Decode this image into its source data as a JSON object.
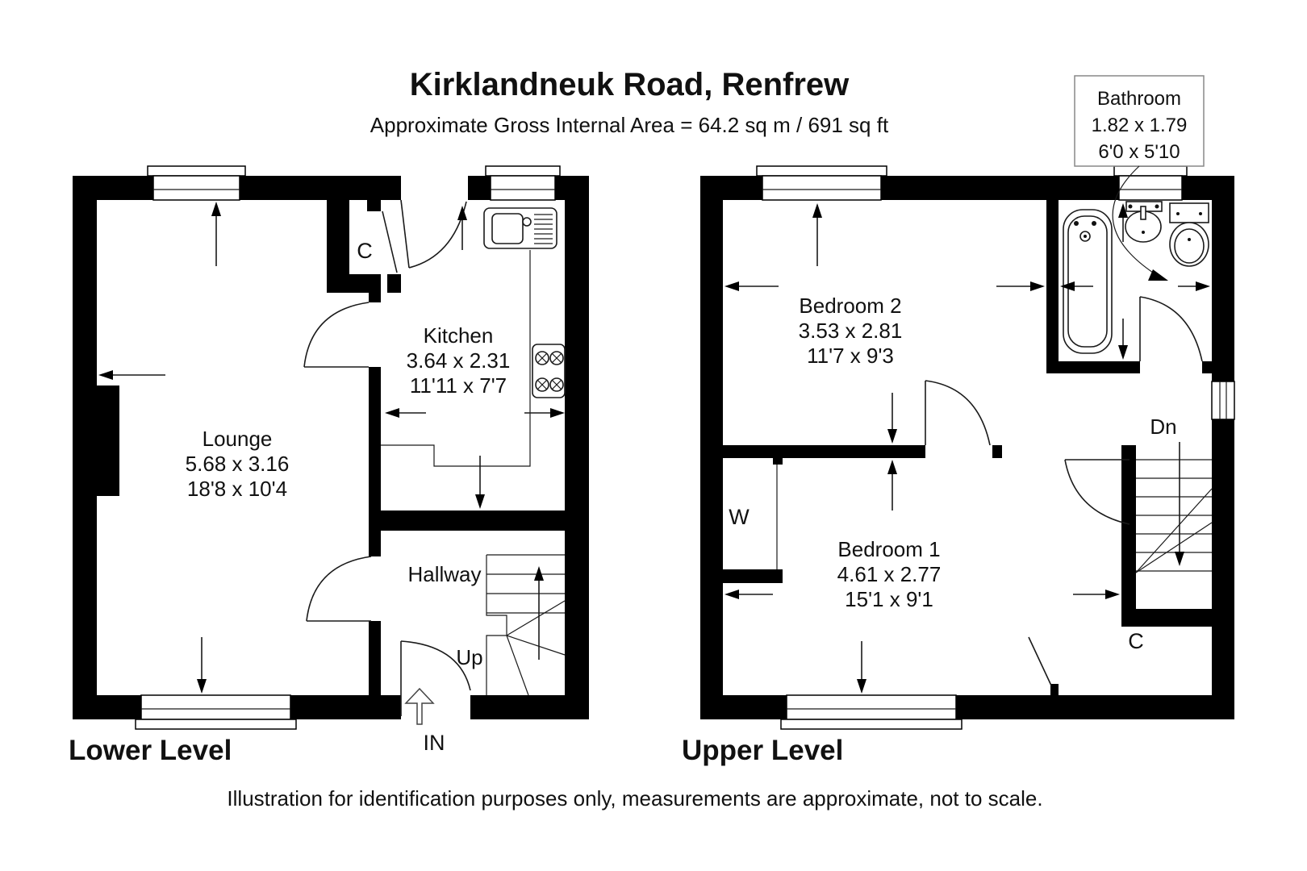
{
  "header": {
    "title": "Kirklandneuk Road, Renfrew",
    "subtitle": "Approximate Gross Internal Area = 64.2 sq m / 691 sq ft"
  },
  "callout": {
    "room": "Bathroom",
    "metric": "1.82 x 1.79",
    "imperial": "6'0 x 5'10"
  },
  "lower_level": {
    "label": "Lower Level",
    "lounge": {
      "name": "Lounge",
      "metric": "5.68 x 3.16",
      "imperial": "18'8 x 10'4"
    },
    "kitchen": {
      "name": "Kitchen",
      "metric": "3.64 x 2.31",
      "imperial": "11'11 x 7'7"
    },
    "hallway": "Hallway",
    "closet": "C",
    "stairs": "Up",
    "entrance": "IN"
  },
  "upper_level": {
    "label": "Upper Level",
    "bedroom2": {
      "name": "Bedroom 2",
      "metric": "3.53 x 2.81",
      "imperial": "11'7 x 9'3"
    },
    "bedroom1": {
      "name": "Bedroom 1",
      "metric": "4.61 x 2.77",
      "imperial": "15'1 x 9'1"
    },
    "wardrobe": "W",
    "closet": "C",
    "stairs": "Dn"
  },
  "footer": {
    "disclaimer": "Illustration for identification purposes only, measurements are approximate, not to scale."
  },
  "colors": {
    "wall": "#000000",
    "text": "#111111",
    "callout_border": "#888888"
  }
}
